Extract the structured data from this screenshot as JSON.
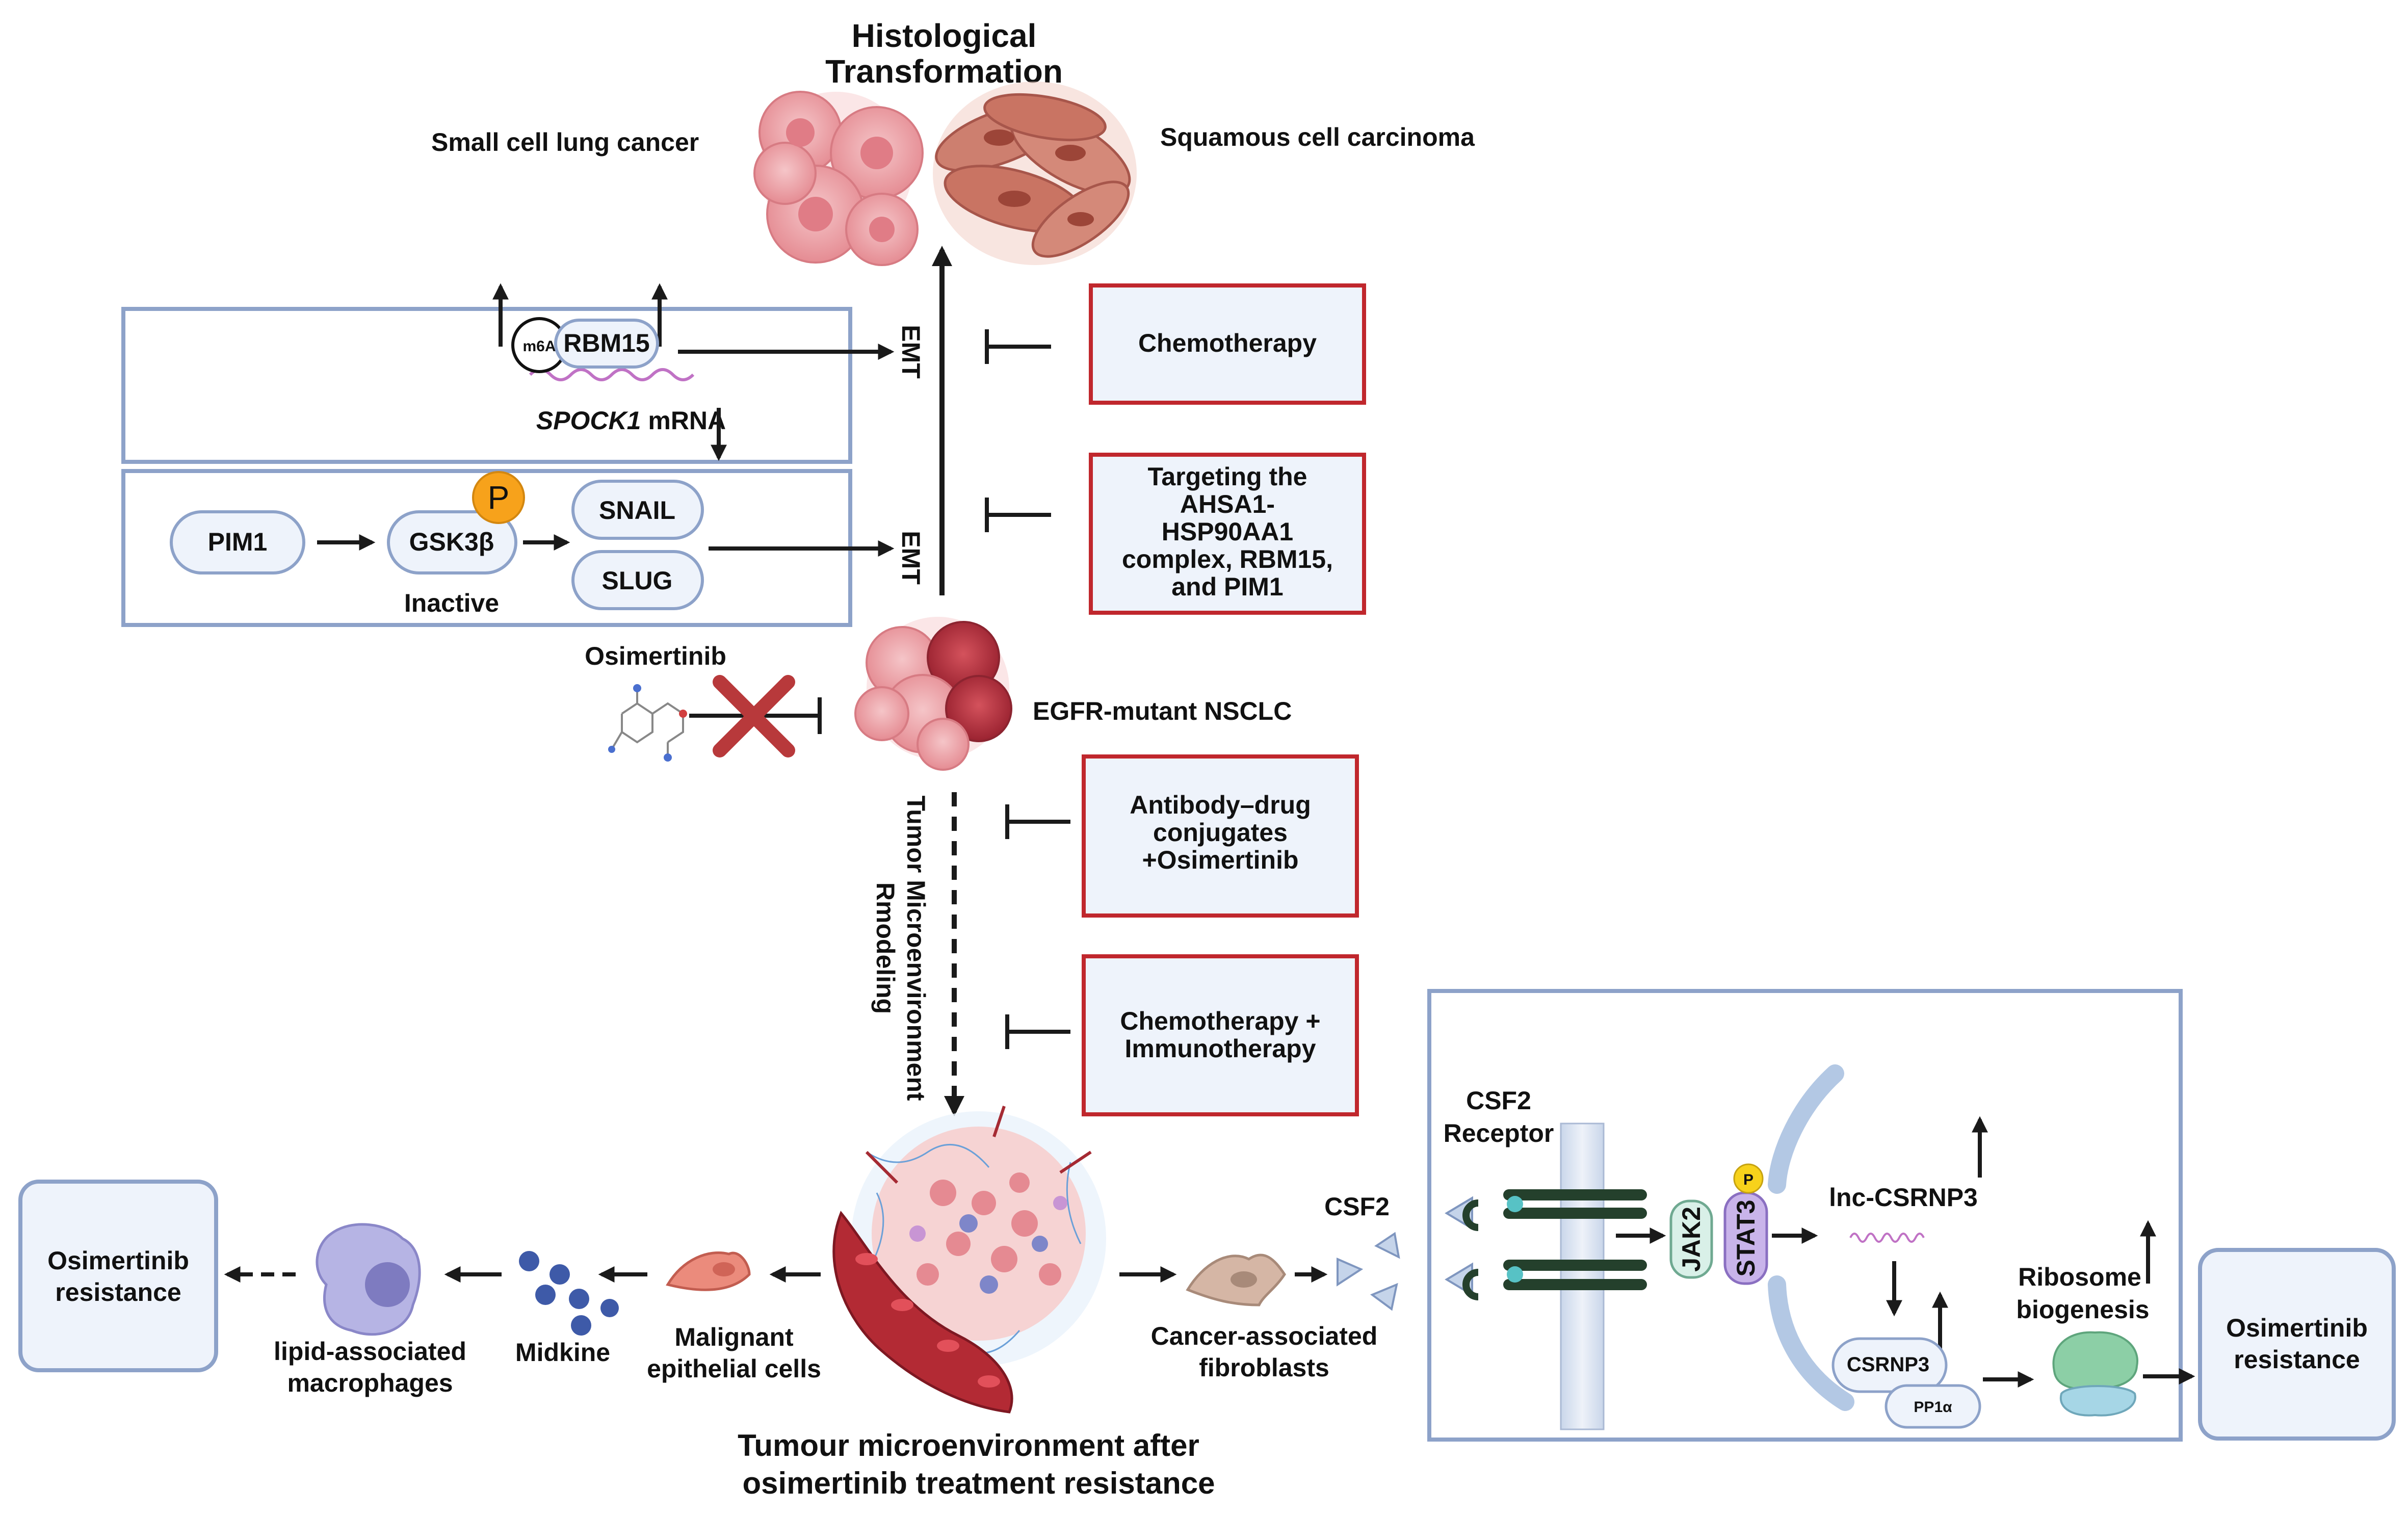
{
  "title": {
    "line1": "Histological",
    "line2": "Transformation"
  },
  "labels": {
    "sclc": "Small cell lung cancer",
    "scc": "Squamous cell carcinoma",
    "egfr": "EGFR-mutant NSCLC",
    "osimertinib": "Osimertinib",
    "emt_top": "EMT",
    "emt_bottom": "EMT",
    "remodel_line1": "Tumor Microenvironment",
    "remodel_line2": "Rmodeling",
    "tme_line1": "Tumour microenvironment after",
    "tme_line2": "osimertinib treatment resistance"
  },
  "rbm_panel": {
    "m6a": "m6A",
    "rbm15": "RBM15",
    "mrna_gene": "SPOCK1",
    "mrna_suffix": " mRNA"
  },
  "pim_panel": {
    "pim1": "PIM1",
    "gsk": "GSK3β",
    "p": "P",
    "snail": "SNAIL",
    "slug": "SLUG",
    "inactive": "Inactive"
  },
  "therapies": {
    "chemo": "Chemotherapy",
    "targeting": [
      "Targeting the",
      "AHSA1-",
      "HSP90AA1",
      "complex, RBM15,",
      "and PIM1"
    ],
    "adc": [
      "Antibody–drug",
      "conjugates",
      "+Osimertinib"
    ],
    "chemo_immuno": [
      "Chemotherapy +",
      "Immunotherapy"
    ]
  },
  "left_path": {
    "resistance": [
      "Osimertinib",
      "resistance"
    ],
    "macrophages": [
      "lipid-associated",
      "macrophages"
    ],
    "midkine": "Midkine",
    "malignant": [
      "Malignant",
      "epithelial cells"
    ]
  },
  "right_path": {
    "caf": [
      "Cancer-associated",
      "fibroblasts"
    ],
    "csf2": "CSF2"
  },
  "csf2_panel": {
    "receptor": [
      "CSF2",
      "Receptor"
    ],
    "jak2": "JAK2",
    "stat3": "STAT3",
    "stat_p": "P",
    "lnc": "lnc-CSRNP3",
    "csrnp3": "CSRNP3",
    "pp1a": "PP1α",
    "ribosome": [
      "Ribosome",
      "biogenesis"
    ],
    "resistance": [
      "Osimertinib",
      "resistance"
    ]
  },
  "colors": {
    "panel_border": "#8da2c9",
    "therapy_border": "#c0272d",
    "therapy_fill": "#eef3fb",
    "pill_fill": "#eef3fb",
    "pill_border": "#8da2c9",
    "cancer_pink": "#e69aa0",
    "cancer_dark": "#b5323c",
    "scc_brown": "#c46e5f",
    "cross_red": "#b8393b",
    "phospho_orange": "#f7a21b"
  }
}
